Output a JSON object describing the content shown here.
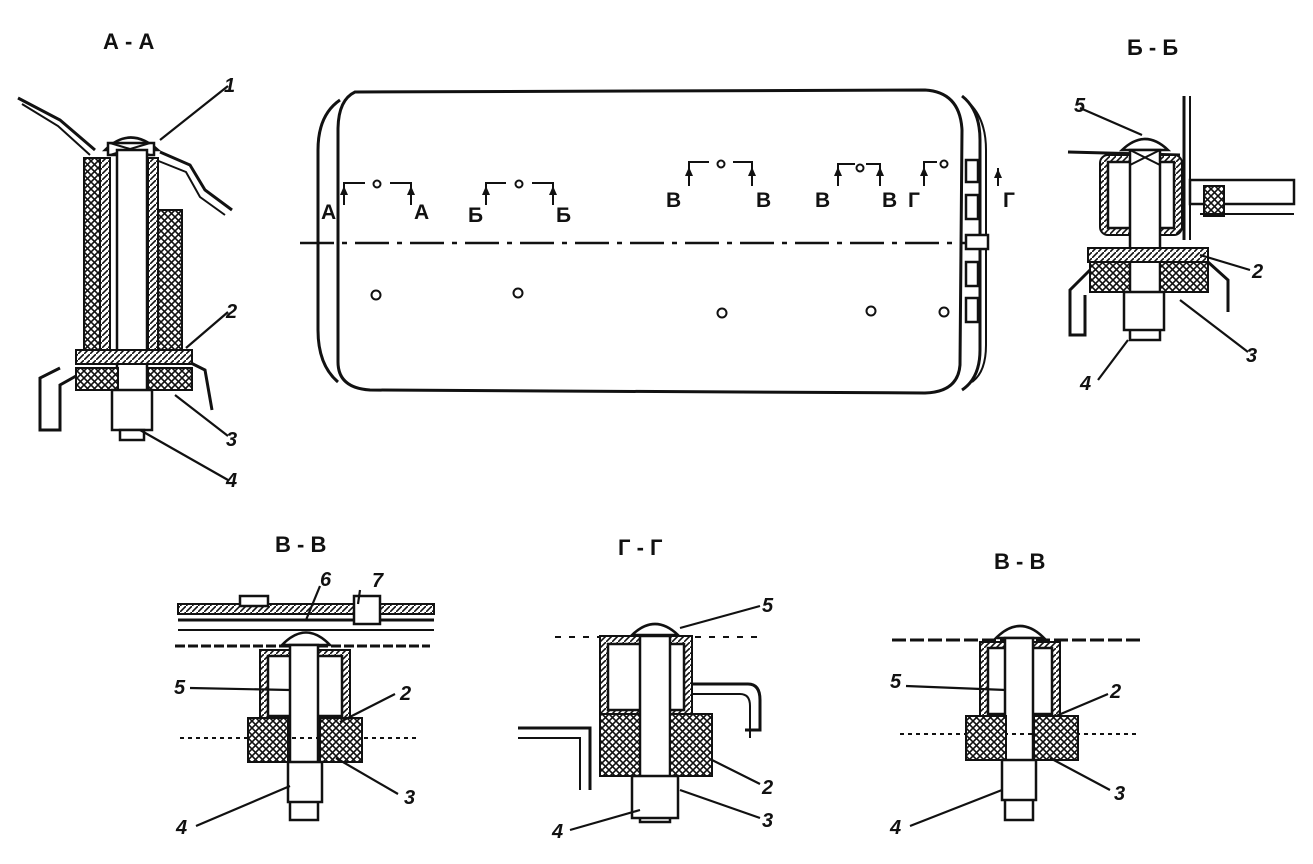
{
  "main_view": {
    "section_labels": [
      "А",
      "А",
      "Б",
      "Б",
      "В",
      "В",
      "В",
      "В",
      "Г",
      "Г"
    ]
  },
  "details": [
    {
      "title": "А - А",
      "callouts": [
        "1",
        "2",
        "3",
        "4"
      ]
    },
    {
      "title": "Б - Б",
      "callouts": [
        "5",
        "2",
        "3",
        "4"
      ]
    },
    {
      "title": "В - В",
      "callouts": [
        "6",
        "7",
        "5",
        "2",
        "3",
        "4"
      ]
    },
    {
      "title": "Г - Г",
      "callouts": [
        "5",
        "2",
        "3",
        "4"
      ]
    },
    {
      "title": "В - В",
      "callouts": [
        "5",
        "2",
        "3",
        "4"
      ]
    }
  ]
}
